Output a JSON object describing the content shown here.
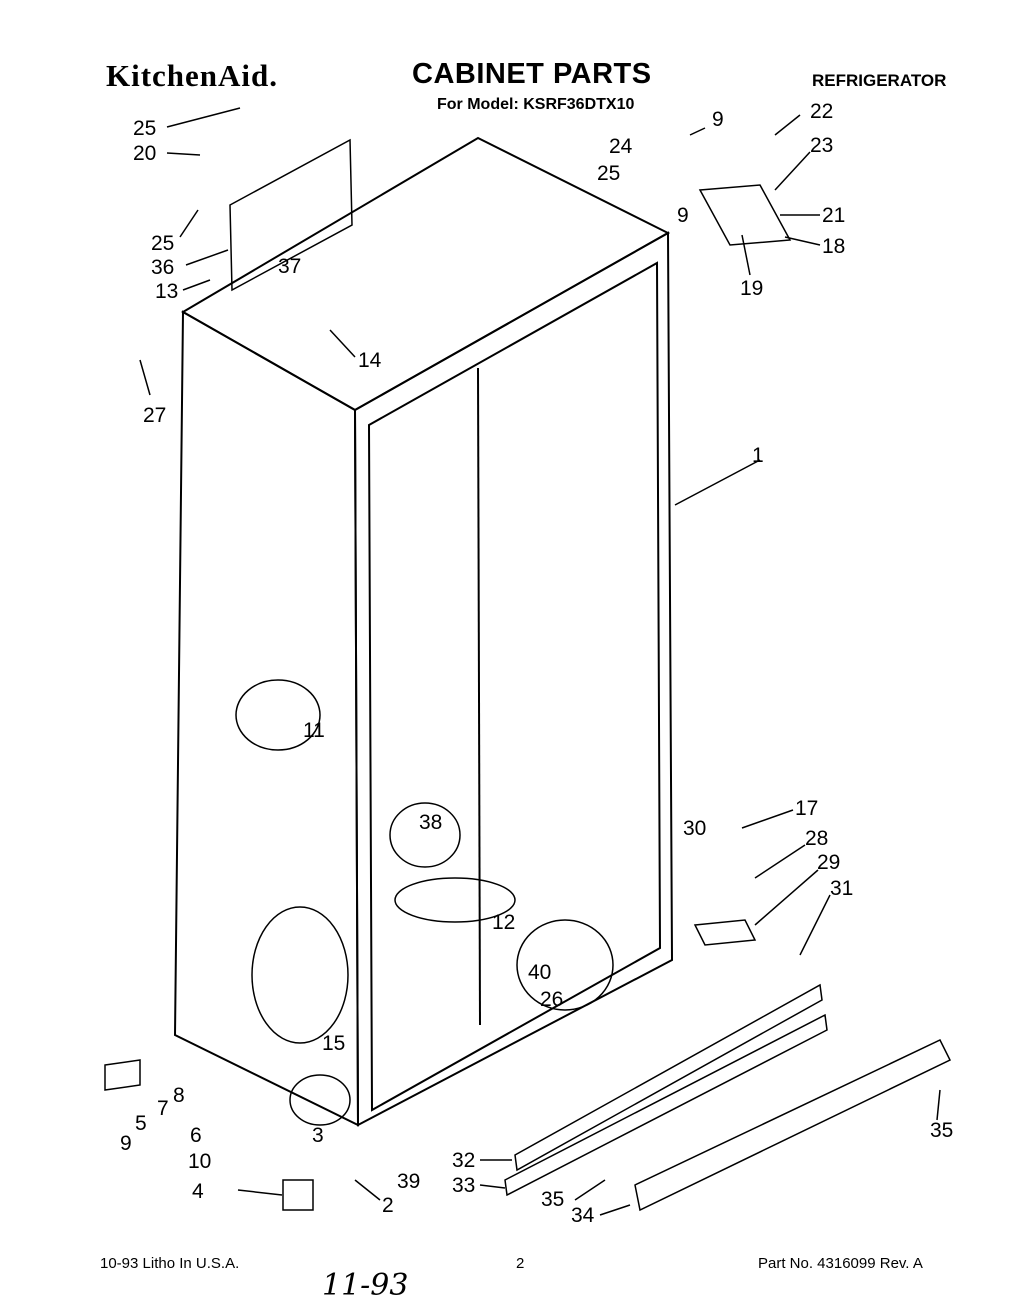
{
  "header": {
    "brand": "KitchenAid.",
    "title": "CABINET PARTS",
    "model_line": "For Model: KSRF36DTX10",
    "product": "REFRIGERATOR"
  },
  "callouts": [
    "1",
    "2",
    "3",
    "4",
    "5",
    "6",
    "7",
    "8",
    "9",
    "10",
    "11",
    "12",
    "13",
    "14",
    "15",
    "17",
    "18",
    "19",
    "20",
    "21",
    "22",
    "23",
    "24",
    "25",
    "26",
    "27",
    "28",
    "29",
    "30",
    "31",
    "32",
    "33",
    "34",
    "35",
    "36",
    "37",
    "38",
    "39",
    "40"
  ],
  "footer": {
    "left": "10-93 Litho In U.S.A.",
    "page": "2",
    "right": "Part No. 4316099 Rev. A"
  },
  "handwriting": "11-93"
}
